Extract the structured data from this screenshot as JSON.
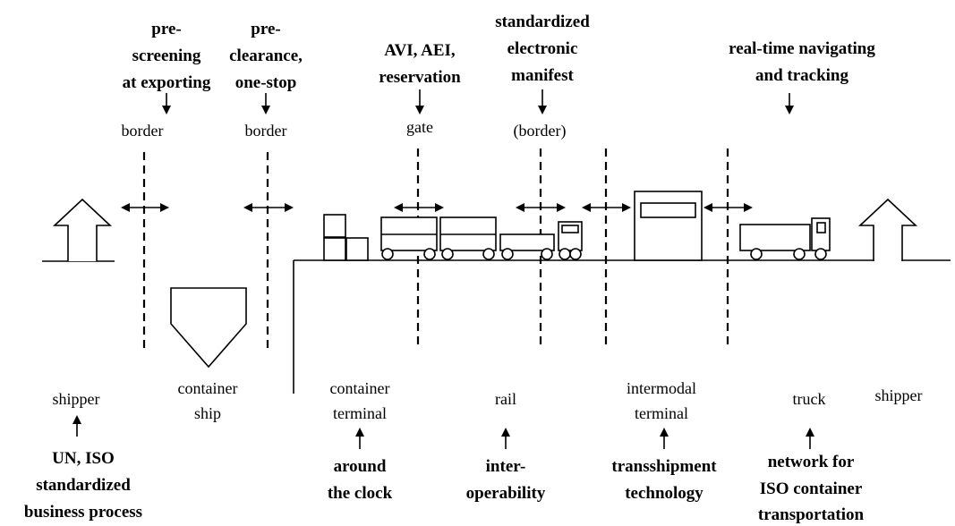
{
  "top_labels": {
    "prescreening": [
      "pre-",
      "screening",
      "at exporting"
    ],
    "preclearance": [
      "pre-",
      "clearance,",
      "one-stop"
    ],
    "avi": [
      "AVI, AEI,",
      "reservation"
    ],
    "manifest": [
      "standardized",
      "electronic",
      "manifest"
    ],
    "realtime": [
      "real-time navigating",
      "and tracking"
    ]
  },
  "checkpoints": {
    "border1": "border",
    "border2": "border",
    "gate": "gate",
    "border3": "(border)"
  },
  "nodes": {
    "shipper_left": "shipper",
    "container_ship": [
      "container",
      "ship"
    ],
    "container_terminal": [
      "container",
      "terminal"
    ],
    "rail": "rail",
    "intermodal_terminal": [
      "intermodal",
      "terminal"
    ],
    "truck": "truck",
    "shipper_right": "shipper"
  },
  "bottom_labels": {
    "un_iso": [
      "UN, ISO",
      "standardized",
      "business process"
    ],
    "around_clock": [
      "around",
      "the clock"
    ],
    "interoperability": [
      "inter-",
      "operability"
    ],
    "transshipment": [
      "transshipment",
      "technology"
    ],
    "network": [
      "network for",
      "ISO container",
      "transportation"
    ]
  }
}
